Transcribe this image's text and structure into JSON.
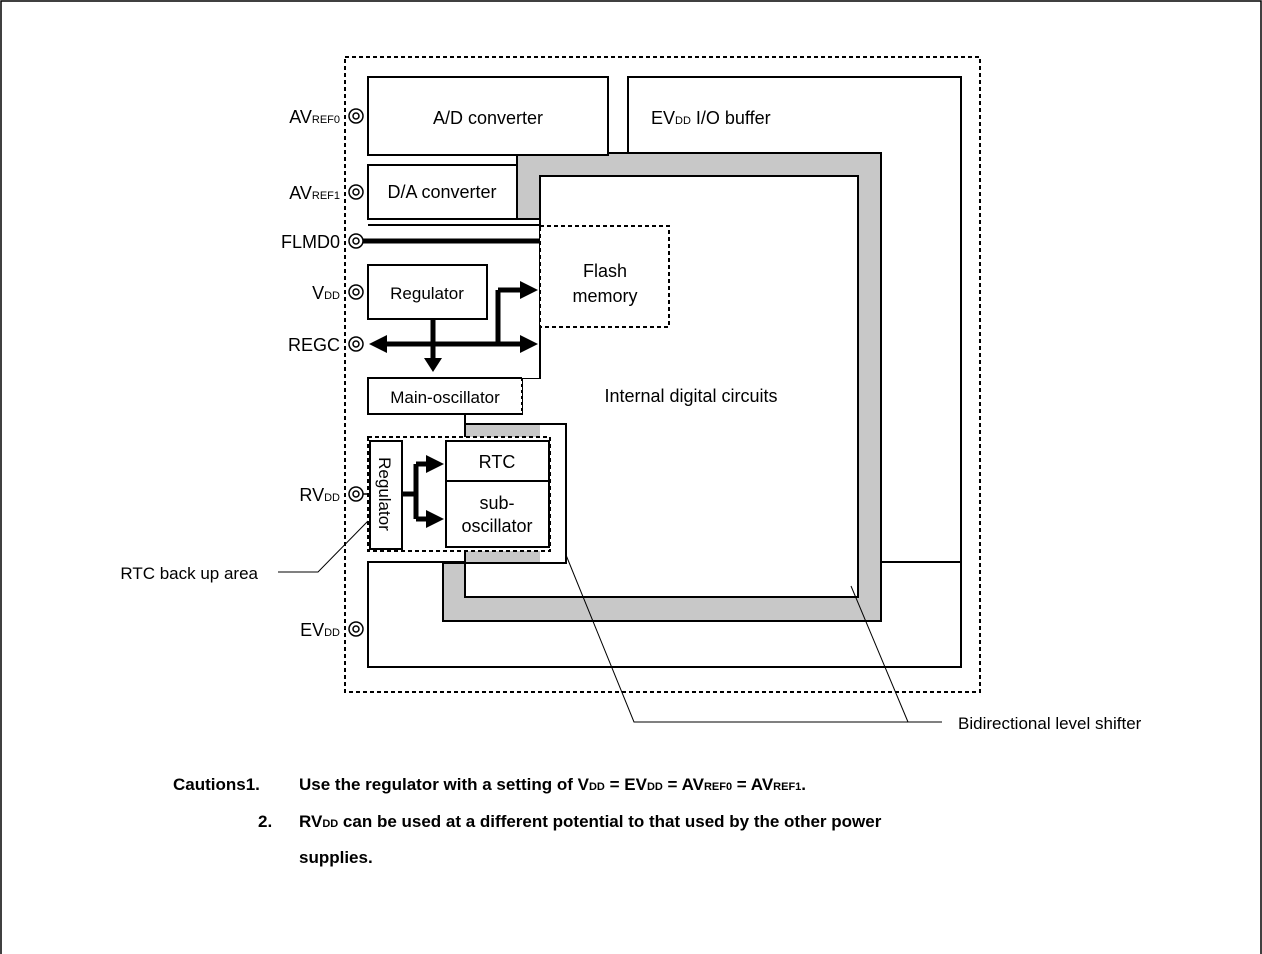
{
  "diagram": {
    "blocks": {
      "ad": "A/D converter",
      "da": "D/A converter",
      "evdd_prefix": "EV",
      "evdd_sub": "DD",
      "evdd_suffix": " I/O buffer",
      "flash_line1": "Flash",
      "flash_line2": "memory",
      "regulator": "Regulator",
      "main_osc": "Main-oscillator",
      "internal": "Internal digital circuits",
      "rtc_regulator": "Regulator",
      "rtc": "RTC",
      "sub_osc_line1": "sub-",
      "sub_osc_line2": "oscillator"
    },
    "pins": {
      "avref0_main": "AV",
      "avref0_sub": "REF0",
      "avref1_main": "AV",
      "avref1_sub": "REF1",
      "flmd0": "FLMD0",
      "vdd_main": "V",
      "vdd_sub": "DD",
      "regc": "REGC",
      "rvdd_main": "RV",
      "rvdd_sub": "DD",
      "evdd_main": "EV",
      "evdd_sub": "DD"
    },
    "callouts": {
      "rtc_backup": "RTC back up area",
      "level_shifter": "Bidirectional level shifter"
    }
  },
  "cautions": {
    "heading": "Cautions1.",
    "c1_text": "Use the regulator with a setting of V",
    "c1_vdd_sub": "DD",
    "c1_eq1": " = EV",
    "c1_evdd_sub": "DD",
    "c1_eq2": " = AV",
    "c1_ref0_sub": "REF0",
    "c1_eq3": " = AV",
    "c1_ref1_sub": "REF1",
    "c1_end": ".",
    "c2_num": "2.",
    "c2_pre": "RV",
    "c2_sub": "DD",
    "c2_line1_rest": " can be used at a different potential to that used by the other power",
    "c2_line2": "supplies."
  }
}
